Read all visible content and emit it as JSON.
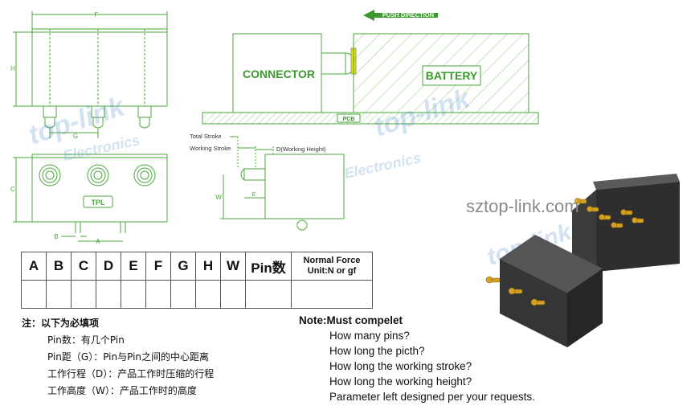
{
  "drawing": {
    "dim_f": "F",
    "dim_h": "H",
    "dim_g": "G",
    "dim_c": "C",
    "dim_b": "B",
    "dim_a": "A",
    "dim_w": "W",
    "dim_e": "E",
    "tpl_label": "TPL",
    "connector_label": "CONNECTOR",
    "battery_label": "BATTERY",
    "pcb_label": "PCB",
    "push_direction": "PUSH DIRECTION",
    "total_stroke": "Total Stroke",
    "working_stroke": "Working Stroke",
    "working_height": "D(Working Height)"
  },
  "watermark": {
    "brand": "top-link",
    "sub": "Electronics",
    "site": "sztop-link.com"
  },
  "colors": {
    "drawing_green": "#4aa83a",
    "arrow_green": "#3a9a2c",
    "pin_gold": "#d4a020",
    "body_black": "#3a3a3a"
  },
  "table": {
    "headers": [
      "A",
      "B",
      "C",
      "D",
      "E",
      "F",
      "G",
      "H",
      "W"
    ],
    "pin_header": "Pin数",
    "force_header_line1": "Normal Force",
    "force_header_line2": "Unit:N or gf"
  },
  "notes_cn": {
    "title": "注：以下为必填项",
    "items": [
      "Pin数：有几个Pin",
      "Pin距（G）：Pin与Pin之间的中心距离",
      "工作行程（D）：产品工作时压缩的行程",
      "工作高度（W）：产品工作时的高度"
    ]
  },
  "notes_en": {
    "title": "Note:Must compelet",
    "items": [
      "How many pins?",
      "How long the picth?",
      "How long the working stroke?",
      "How long the working height?",
      "Parameter left designed per your requests."
    ]
  }
}
